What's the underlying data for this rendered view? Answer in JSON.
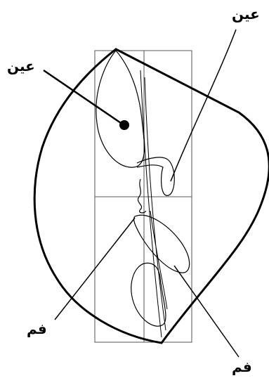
{
  "labels": {
    "eye_left": "عين",
    "eye_right": "عين",
    "mouth_left": "فم",
    "mouth_right": "فم"
  },
  "colors": {
    "stroke": "#000000",
    "background": "#ffffff",
    "grid": "#555555"
  }
}
